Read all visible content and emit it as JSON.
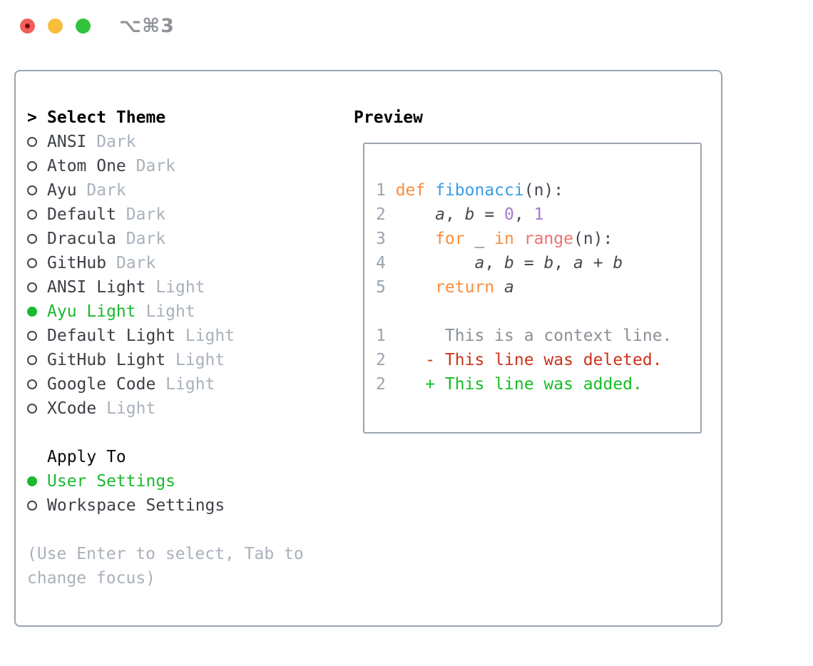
{
  "window": {
    "title": "⌥⌘3",
    "traffic_lights": [
      {
        "name": "close",
        "has_dot": true
      },
      {
        "name": "minimize",
        "has_dot": false
      },
      {
        "name": "zoom",
        "has_dot": false
      }
    ]
  },
  "theme_list": {
    "cursor": ">",
    "header": "Select Theme",
    "items": [
      {
        "name": "ANSI",
        "tag": "Dark",
        "selected": false
      },
      {
        "name": "Atom One",
        "tag": "Dark",
        "selected": false
      },
      {
        "name": "Ayu",
        "tag": "Dark",
        "selected": false
      },
      {
        "name": "Default",
        "tag": "Dark",
        "selected": false
      },
      {
        "name": "Dracula",
        "tag": "Dark",
        "selected": false
      },
      {
        "name": "GitHub",
        "tag": "Dark",
        "selected": false
      },
      {
        "name": "ANSI Light",
        "tag": "Light",
        "selected": false
      },
      {
        "name": "Ayu Light",
        "tag": "Light",
        "selected": true
      },
      {
        "name": "Default Light",
        "tag": "Light",
        "selected": false
      },
      {
        "name": "GitHub Light",
        "tag": "Light",
        "selected": false
      },
      {
        "name": "Google Code",
        "tag": "Light",
        "selected": false
      },
      {
        "name": "XCode",
        "tag": "Light",
        "selected": false
      }
    ]
  },
  "apply_to": {
    "header": "Apply To",
    "options": [
      {
        "name": "User Settings",
        "selected": true
      },
      {
        "name": "Workspace Settings",
        "selected": false
      }
    ]
  },
  "hint": "(Use Enter to select, Tab to change focus)",
  "preview": {
    "header": "Preview",
    "lines": [
      {
        "num": "1",
        "tokens": [
          {
            "t": "def",
            "c": "kw"
          },
          {
            "t": " ",
            "c": "fg"
          },
          {
            "t": "fibonacci",
            "c": "fn"
          },
          {
            "t": "(n):",
            "c": "fg"
          }
        ]
      },
      {
        "num": "2",
        "tokens": [
          {
            "t": "    ",
            "c": "fg"
          },
          {
            "t": "a",
            "c": "var"
          },
          {
            "t": ", ",
            "c": "fg"
          },
          {
            "t": "b",
            "c": "var"
          },
          {
            "t": " = ",
            "c": "fg"
          },
          {
            "t": "0",
            "c": "num"
          },
          {
            "t": ", ",
            "c": "fg"
          },
          {
            "t": "1",
            "c": "num"
          }
        ]
      },
      {
        "num": "3",
        "tokens": [
          {
            "t": "    ",
            "c": "fg"
          },
          {
            "t": "for",
            "c": "kw"
          },
          {
            "t": " _ ",
            "c": "fg"
          },
          {
            "t": "in",
            "c": "kw"
          },
          {
            "t": " ",
            "c": "fg"
          },
          {
            "t": "range",
            "c": "sp"
          },
          {
            "t": "(n):",
            "c": "fg"
          }
        ]
      },
      {
        "num": "4",
        "tokens": [
          {
            "t": "        ",
            "c": "fg"
          },
          {
            "t": "a",
            "c": "var"
          },
          {
            "t": ", ",
            "c": "fg"
          },
          {
            "t": "b",
            "c": "var"
          },
          {
            "t": " = ",
            "c": "fg"
          },
          {
            "t": "b",
            "c": "var"
          },
          {
            "t": ", ",
            "c": "fg"
          },
          {
            "t": "a",
            "c": "var"
          },
          {
            "t": " + ",
            "c": "fg"
          },
          {
            "t": "b",
            "c": "var"
          }
        ]
      },
      {
        "num": "5",
        "tokens": [
          {
            "t": "    ",
            "c": "fg"
          },
          {
            "t": "return",
            "c": "kw"
          },
          {
            "t": " ",
            "c": "fg"
          },
          {
            "t": "a",
            "c": "var"
          }
        ]
      },
      {
        "num": "",
        "tokens": []
      },
      {
        "num": "1",
        "tokens": [
          {
            "t": "     This is a context line.",
            "c": "ctx"
          }
        ]
      },
      {
        "num": "2",
        "tokens": [
          {
            "t": "   - This line was deleted.",
            "c": "del"
          }
        ]
      },
      {
        "num": "2",
        "tokens": [
          {
            "t": "   + This line was added.",
            "c": "add"
          }
        ]
      }
    ]
  },
  "colors": {
    "accent_green": "#1bb92f",
    "diff_red": "#c9341c",
    "diff_green": "#14be23",
    "keyword_orange": "#fa8d3e",
    "function_blue": "#399ee6",
    "constant_purple": "#a37acc",
    "special_red": "#f07171",
    "code_fg": "#454a51",
    "muted_gray": "#a9b1bb",
    "line_number_gray": "#9aa3ad",
    "context_gray": "#8b9198",
    "item_text": "#3c4046",
    "border_gray": "#9ba4ae",
    "title_gray": "#8f9398",
    "traffic_red": "#f25f58",
    "traffic_red_dot": "#7d0b05",
    "traffic_yellow": "#f9bd3c",
    "traffic_green": "#31c33e"
  }
}
